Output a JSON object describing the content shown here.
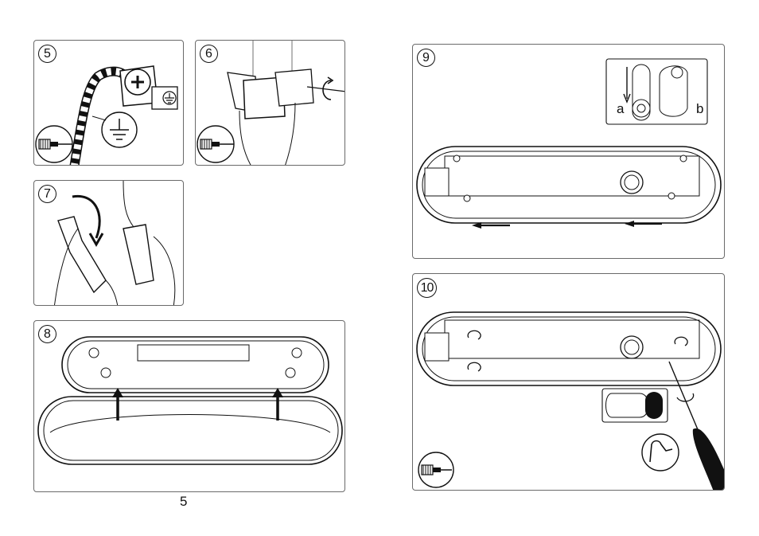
{
  "page": {
    "number": "5"
  },
  "steps": {
    "s5": {
      "number": "5",
      "icons": [
        "ground-symbol-icon",
        "screwdriver-icon"
      ]
    },
    "s6": {
      "number": "6",
      "icons": [
        "rotate-arrow-icon",
        "screwdriver-icon"
      ]
    },
    "s7": {
      "number": "7",
      "icons": [
        "curved-arrow-icon"
      ]
    },
    "s8": {
      "number": "8",
      "icons": [
        "up-arrow-icon"
      ]
    },
    "s9": {
      "number": "9",
      "label_a": "a",
      "label_b": "b",
      "icons": [
        "down-arrow-icon",
        "left-arrow-icon"
      ]
    },
    "s10": {
      "number": "10",
      "icons": [
        "rotate-arrow-icon",
        "screwdriver-icon",
        "strength-arm-icon"
      ]
    }
  },
  "colors": {
    "line": "#111111",
    "frame": "#6a6a6a"
  }
}
